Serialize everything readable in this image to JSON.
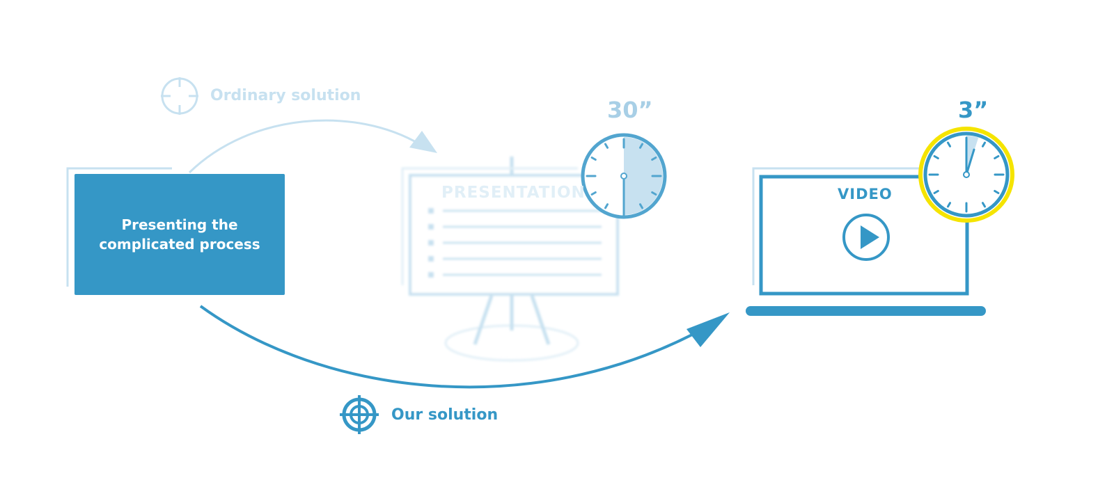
{
  "process_box": {
    "text": "Presenting the\ncomplicated process"
  },
  "ordinary": {
    "label": "Ordinary solution",
    "icon": "crosshair-icon",
    "color": "#c7e1f0"
  },
  "ours": {
    "label": "Our solution",
    "icon": "target-icon",
    "color": "#3597c6"
  },
  "presentation": {
    "title": "PRESENTATION",
    "bullet_count": 5,
    "timer": {
      "label": "30”",
      "seconds": 30
    }
  },
  "video": {
    "title": "VIDEO",
    "timer": {
      "label": "3”",
      "seconds": 3,
      "ring_color": "#f5e400"
    }
  },
  "colors": {
    "accent": "#3597c6",
    "faded": "#c7e1f0",
    "faded_light": "#e1eff7"
  }
}
